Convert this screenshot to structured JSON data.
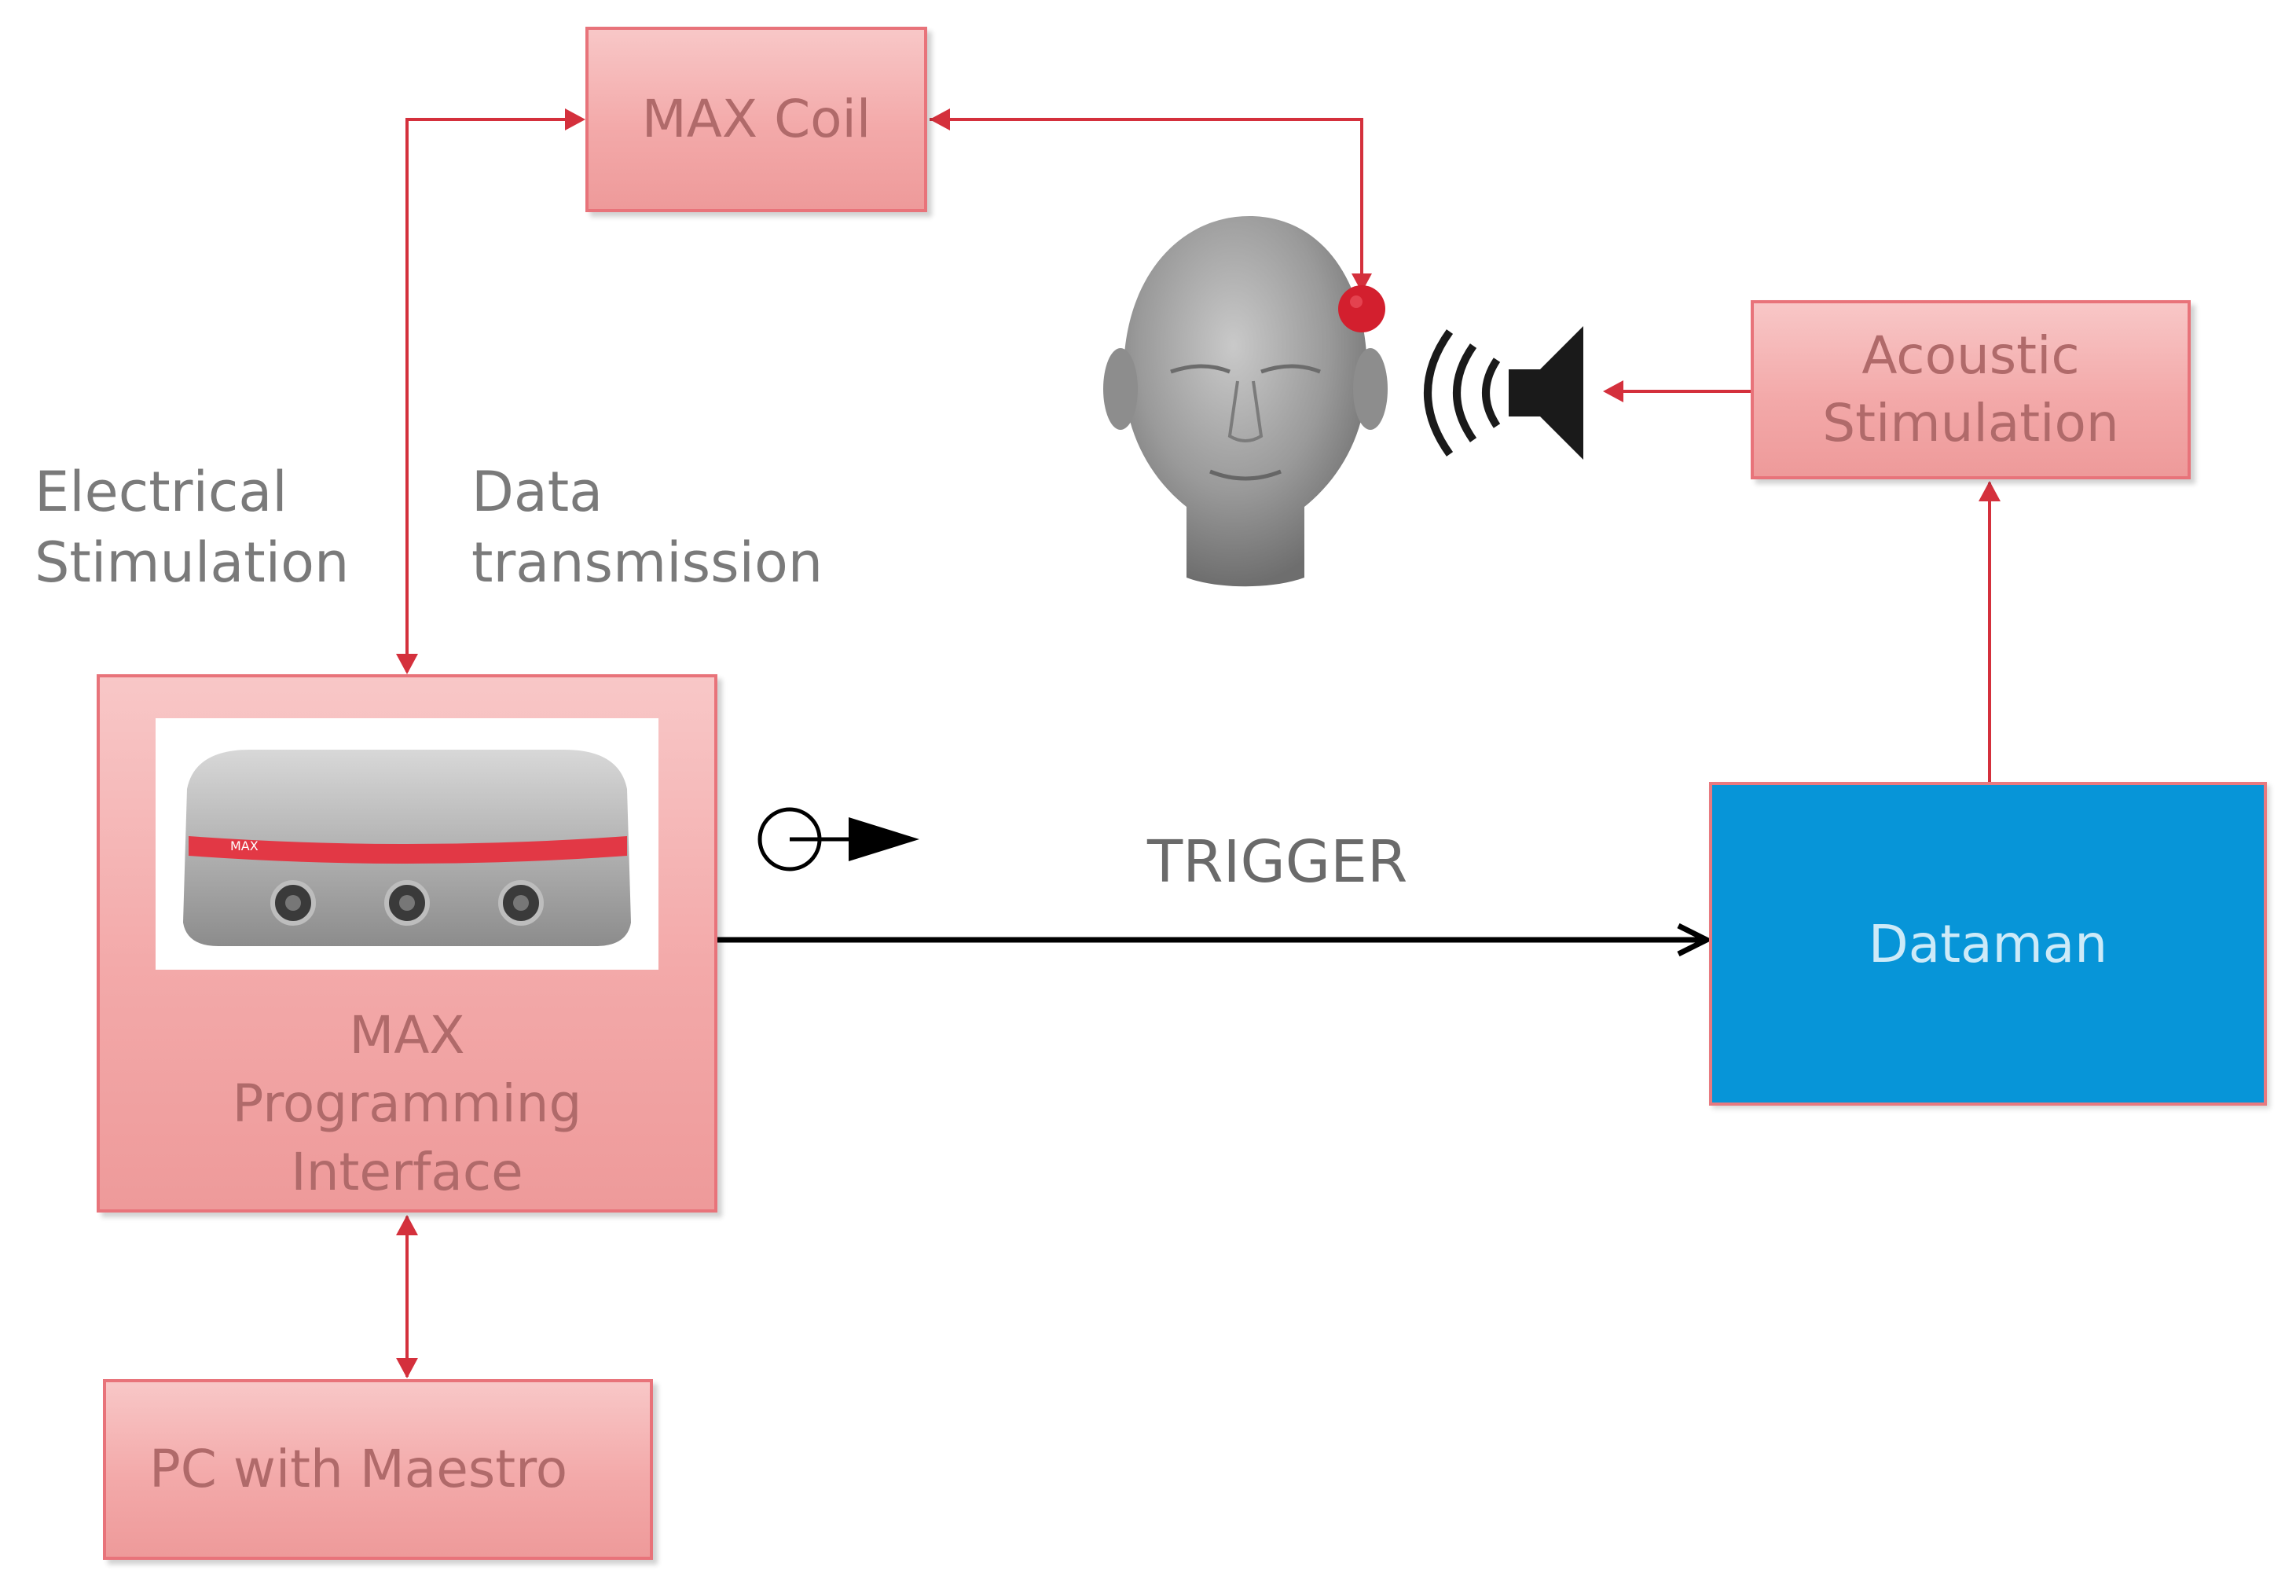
{
  "boxes": {
    "max_coil": "MAX Coil",
    "acoustic": [
      "Acoustic",
      "Stimulation"
    ],
    "programming_interface": [
      "MAX",
      "Programming",
      "Interface"
    ],
    "pc": "PC with Maestro",
    "dataman": "Dataman"
  },
  "labels": {
    "electrical": [
      "Electrical",
      "Stimulation"
    ],
    "data": [
      "Data",
      "transmission"
    ],
    "trigger": "TRIGGER"
  },
  "device_brand": "MAX",
  "colors": {
    "box_fill": "#f3a9a9",
    "box_border": "#e8737a",
    "connector": "#d4303c",
    "dataman_fill": "#0795d8",
    "trigger_line": "#000000"
  },
  "icons": [
    "head-icon",
    "electrode-icon",
    "speaker-icon",
    "trigger-icon",
    "device-photo"
  ]
}
